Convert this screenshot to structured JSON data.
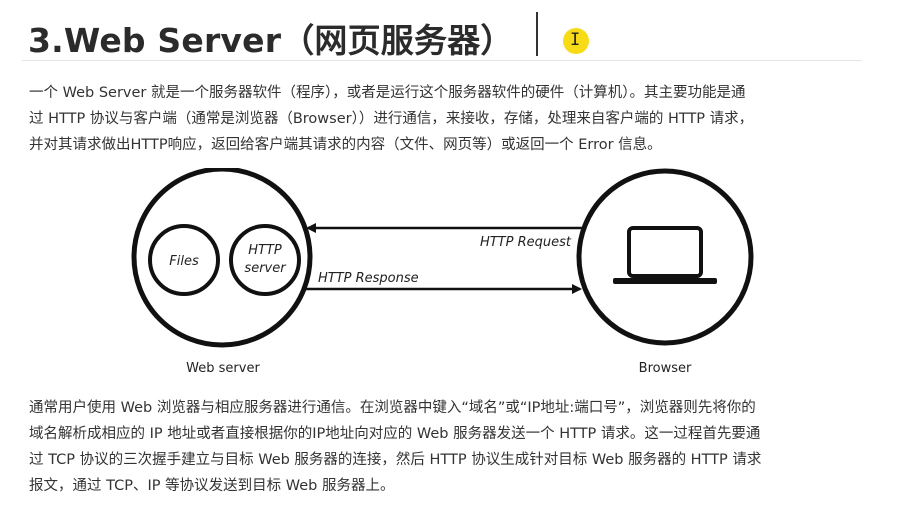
{
  "header": {
    "title": "3.Web Server（网页服务器）",
    "cursor_icon": "text-cursor-icon"
  },
  "intro": {
    "lines": [
      "一个 Web Server 就是一个服务器软件（程序），或者是运行这个服务器软件的硬件（计算机）。其主要功能是通",
      "过 HTTP 协议与客户端（通常是浏览器（Browser））进行通信，来接收，存储，处理来自客户端的 HTTP 请求，",
      "并对其请求做出HTTP响应，返回给客户端其请求的内容（文件、网页等）或返回一个 Error 信息。"
    ]
  },
  "diagram": {
    "server_label": "Web server",
    "browser_label": "Browser",
    "files_label": "Files",
    "http_server_label_line1": "HTTP",
    "http_server_label_line2": "server",
    "request_label": "HTTP Request",
    "response_label": "HTTP Response",
    "browser_icon": "laptop-icon"
  },
  "body": {
    "lines": [
      "通常用户使用 Web 浏览器与相应服务器进行通信。在浏览器中键入“域名”或“IP地址:端口号”，浏览器则先将你的",
      "域名解析成相应的 IP 地址或者直接根据你的IP地址向对应的 Web 服务器发送一个 HTTP 请求。这一过程首先要通",
      "过 TCP 协议的三次握手建立与目标 Web 服务器的连接，然后 HTTP 协议生成针对目标 Web 服务器的 HTTP 请求",
      "报文，通过 TCP、IP 等协议发送到目标 Web 服务器上。"
    ]
  }
}
